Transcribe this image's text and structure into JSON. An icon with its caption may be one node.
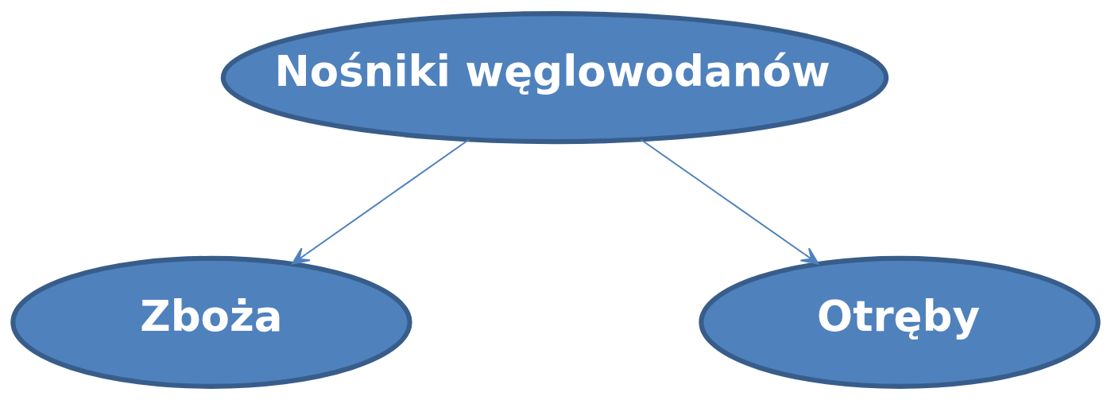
{
  "diagram": {
    "nodes": [
      {
        "text": [
          "Nośniki węglowodanów"
        ]
      },
      {
        "text": [
          "Zboża"
        ]
      },
      {
        "text": [
          "Otręby"
        ]
      }
    ],
    "edges": [
      {
        "from": 0,
        "to": 1,
        "arrow": "to"
      },
      {
        "from": 0,
        "to": 2,
        "arrow": "to"
      }
    ]
  }
}
